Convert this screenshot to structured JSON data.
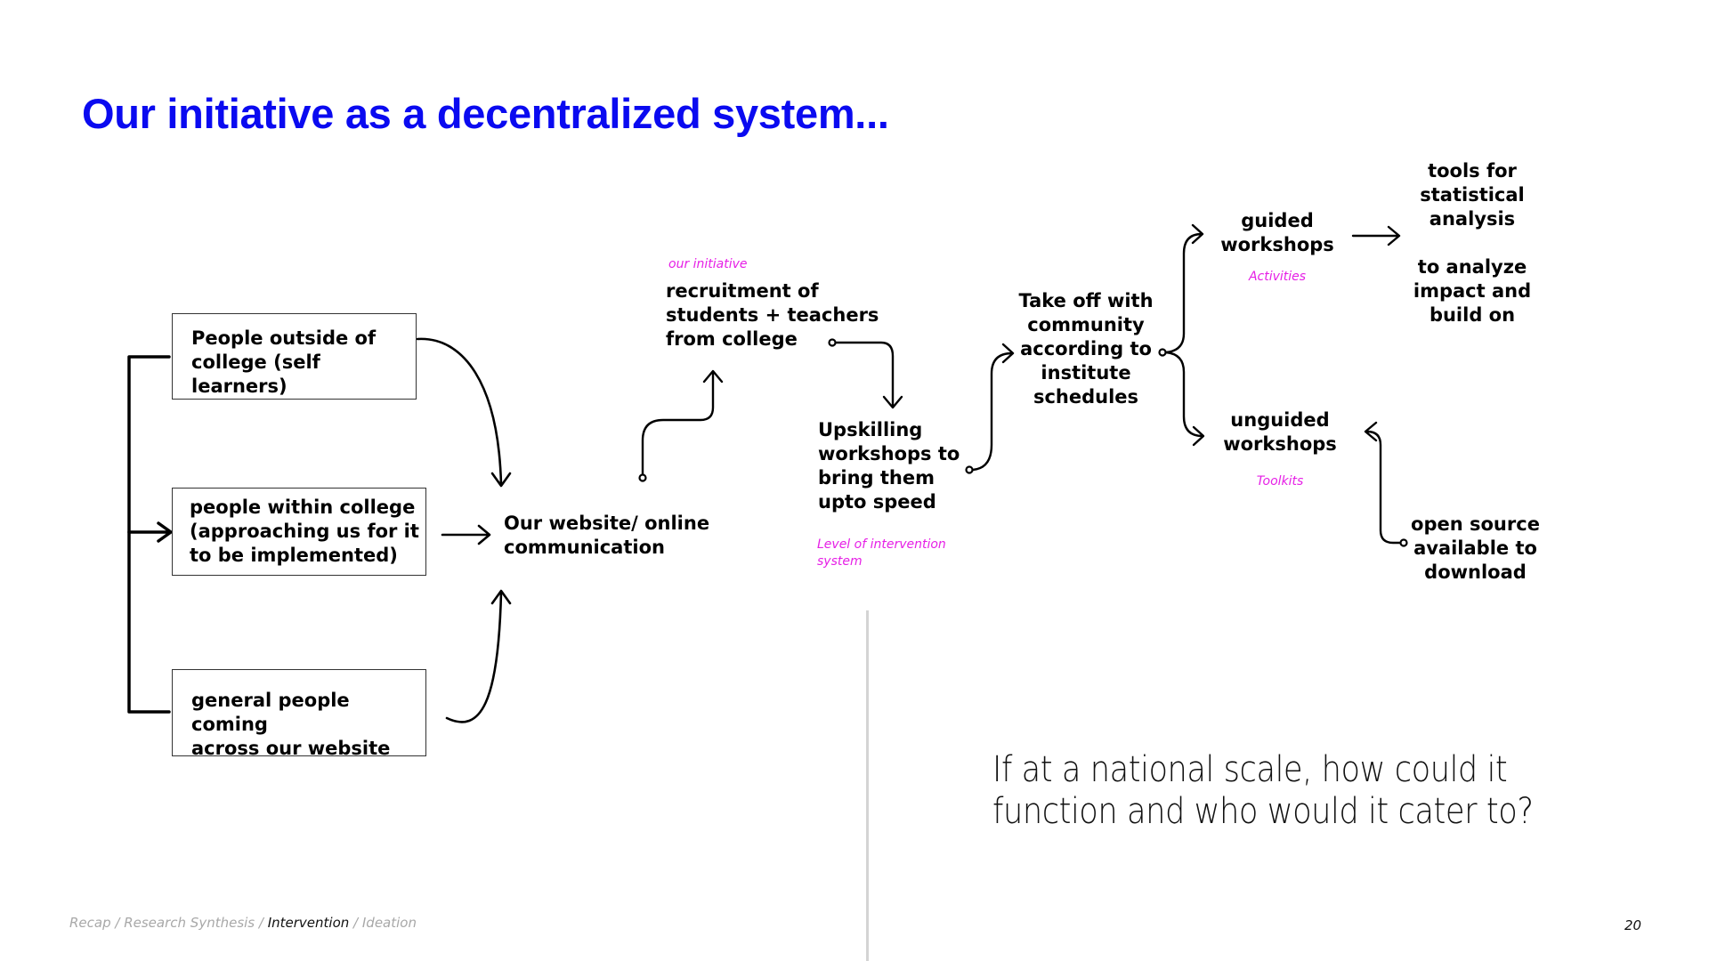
{
  "slide": {
    "title": "Our initiative as a decentralized system...",
    "page_number": "20",
    "accent_color": "#0a0af0",
    "annotation_color": "#e620e6"
  },
  "sources": [
    {
      "label": "People outside of\ncollege (self learners)"
    },
    {
      "label": "people within college\n(approaching us for it\nto be implemented)"
    },
    {
      "label": "general people coming\nacross our website"
    }
  ],
  "flow": {
    "website": "Our website/ online\ncommunication",
    "recruitment": {
      "tag": "our initiative",
      "label": "recruitment of\nstudents + teachers\nfrom college"
    },
    "upskilling": {
      "label": "Upskilling\nworkshops to\nbring them\nupto speed",
      "tag": "Level of intervention\nsystem"
    },
    "takeoff": "Take off with\ncommunity\naccording to\ninstitute\nschedules",
    "guided": {
      "label": "guided\nworkshops",
      "tag": "Activities"
    },
    "unguided": {
      "label": "unguided\nworkshops",
      "tag": "Toolkits"
    },
    "tools": "tools for\nstatistical\nanalysis\n\nto analyze\nimpact and\nbuild on",
    "open_source": "open source\navailable to\ndownload"
  },
  "question": "If at a national scale, how could it\nfunction and who would it cater to?",
  "breadcrumb": [
    {
      "label": "Recap",
      "active": false
    },
    {
      "label": "Research Synthesis",
      "active": false
    },
    {
      "label": "Intervention",
      "active": true
    },
    {
      "label": "Ideation",
      "active": false
    }
  ],
  "breadcrumb_separator": " / "
}
